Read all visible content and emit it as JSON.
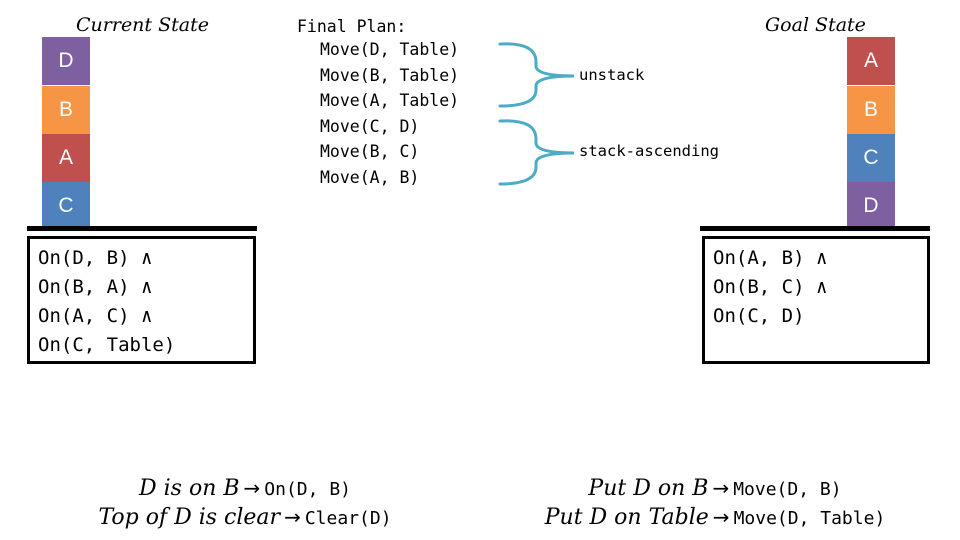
{
  "current": {
    "title": "Current State",
    "blocks": [
      {
        "label": "D",
        "color": "#7e5fa0"
      },
      {
        "label": "B",
        "color": "#f69546"
      },
      {
        "label": "A",
        "color": "#c0504d"
      },
      {
        "label": "C",
        "color": "#4f81bd"
      }
    ],
    "predicates": [
      "On(D, B) ∧",
      "On(B, A) ∧",
      "On(A, C) ∧",
      "On(C, Table)"
    ]
  },
  "goal": {
    "title": "Goal State",
    "blocks": [
      {
        "label": "A",
        "color": "#c0504d"
      },
      {
        "label": "B",
        "color": "#f69546"
      },
      {
        "label": "C",
        "color": "#4f81bd"
      },
      {
        "label": "D",
        "color": "#7e5fa0"
      }
    ],
    "predicates": [
      "On(A, B) ∧",
      "On(B, C) ∧",
      "On(C, D)"
    ]
  },
  "plan": {
    "heading": "Final Plan:",
    "steps": [
      "Move(D, Table)",
      "Move(B, Table)",
      "Move(A, Table)",
      "Move(C, D)",
      "Move(B, C)",
      "Move(A, B)"
    ],
    "groups": [
      {
        "label": "unstack"
      },
      {
        "label": "stack-ascending"
      }
    ],
    "brace_color": "#4bacc6"
  },
  "captions": {
    "left": [
      {
        "text": "D is on B",
        "arrow": "→",
        "code": "On(D, B)"
      },
      {
        "text": "Top of D is clear",
        "arrow": "→",
        "code": "Clear(D)"
      }
    ],
    "right": [
      {
        "text": "Put D on B",
        "arrow": "→",
        "code": "Move(D, B)"
      },
      {
        "text": "Put D on Table",
        "arrow": "→",
        "code": "Move(D, Table)"
      }
    ]
  }
}
